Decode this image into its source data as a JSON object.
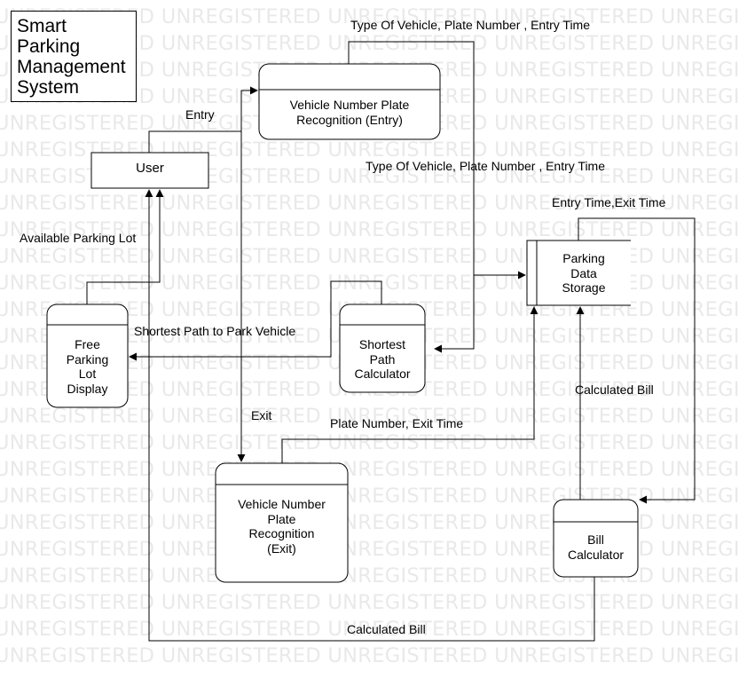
{
  "watermark": {
    "text": "UNREGISTERED"
  },
  "title": {
    "lines": [
      "Smart",
      "Parking",
      "Management",
      "System"
    ]
  },
  "nodes": {
    "user": "User",
    "vnpr_entry": [
      "Vehicle Number Plate",
      "Recognition (Entry)"
    ],
    "vnpr_exit": [
      "Vehicle Number",
      "Plate",
      "Recognition",
      "(Exit)"
    ],
    "free_display": [
      "Free",
      "Parking",
      "Lot",
      "Display"
    ],
    "shortest_path": [
      "Shortest",
      "Path",
      "Calculator"
    ],
    "data_storage": [
      "Parking",
      "Data",
      "Storage"
    ],
    "bill_calculator": [
      "Bill",
      "Calculator"
    ]
  },
  "flows": {
    "entry": "Entry",
    "exit": "Exit",
    "type_plate_entry_top": "Type Of Vehicle, Plate Number , Entry Time",
    "type_plate_entry_mid": "Type Of Vehicle, Plate Number , Entry Time",
    "entry_exit_time": "Entry Time,Exit Time",
    "available_parking_lot": "Available Parking Lot",
    "shortest_path_to_park": "Shortest Path to Park Vehicle",
    "plate_exit_time": "Plate Number, Exit Time",
    "calculated_bill_right": "Calculated Bill",
    "calculated_bill_bottom": "Calculated Bill"
  },
  "colors": {
    "stroke": "#000000",
    "watermark": "#e9e9e9",
    "background": "#ffffff"
  }
}
